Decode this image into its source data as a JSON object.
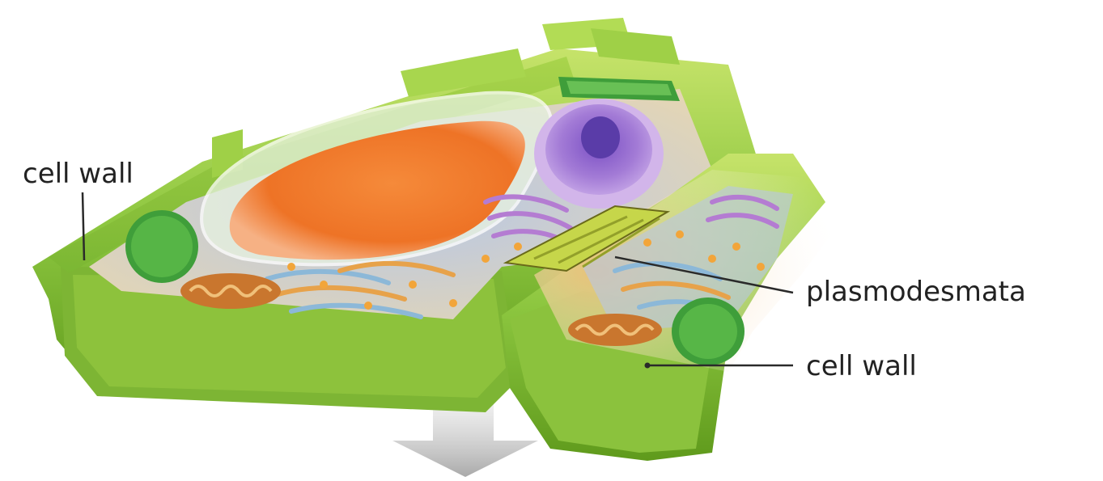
{
  "diagram": {
    "labels": {
      "cell_wall_left": "cell wall",
      "plasmodesmata": "plasmodesmata",
      "cell_wall_right": "cell wall"
    },
    "colors": {
      "cell_wall": "#8cc63f",
      "cell_wall_dark": "#5f9a1c",
      "cell_wall_light": "#c6e36a",
      "vacuole": "#f07a2a",
      "nucleus": "#9b6bc7",
      "chloroplast": "#3f9e3a",
      "mitochondria": "#c9762e",
      "cytoplasm": "#e9d4a6",
      "arrow": "#bdbdbd"
    }
  }
}
